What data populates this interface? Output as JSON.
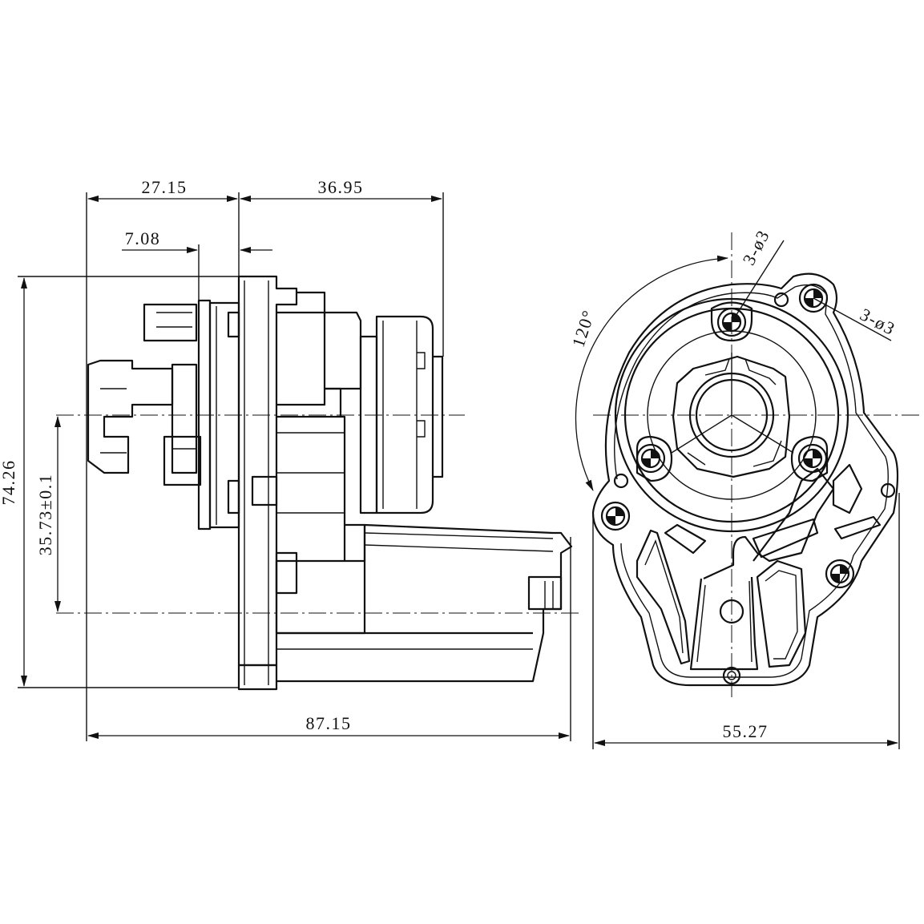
{
  "dimensions": {
    "top_left": "27.15",
    "top_right": "36.95",
    "inner_offset": "7.08",
    "overall_height": "74.26",
    "shaft_height": "35.73±0.1",
    "overall_length": "87.15",
    "flange_width": "55.27",
    "angle": "120°",
    "hole_callout_top": "3-ø3",
    "hole_callout_side": "3-ø3"
  },
  "colors": {
    "line": "#111111",
    "background": "#ffffff"
  }
}
